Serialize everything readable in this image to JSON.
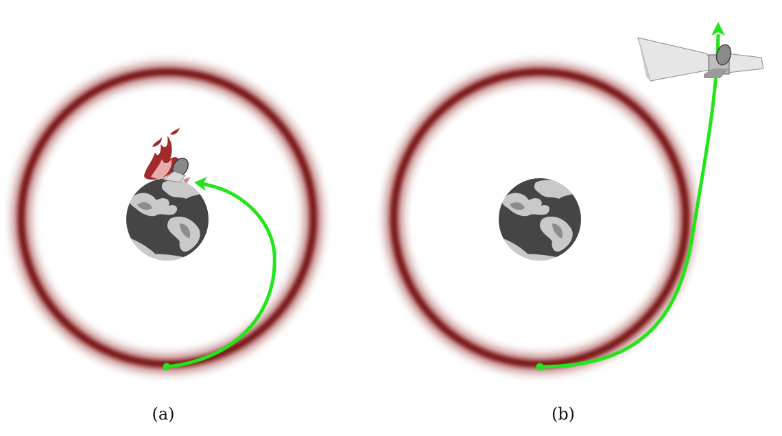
{
  "panels": [
    {
      "caption": "(a)",
      "outcome": "burn-up",
      "trajectory": "return-to-earth"
    },
    {
      "caption": "(b)",
      "outcome": "escape",
      "trajectory": "outward"
    }
  ],
  "colors": {
    "belt": "#8b1c1c",
    "trajectory": "#22e61a",
    "earth_ocean": "#454545",
    "earth_land": "#c9c9c9",
    "flame": "#a32a2a",
    "satellite": "#e6e6e6"
  }
}
